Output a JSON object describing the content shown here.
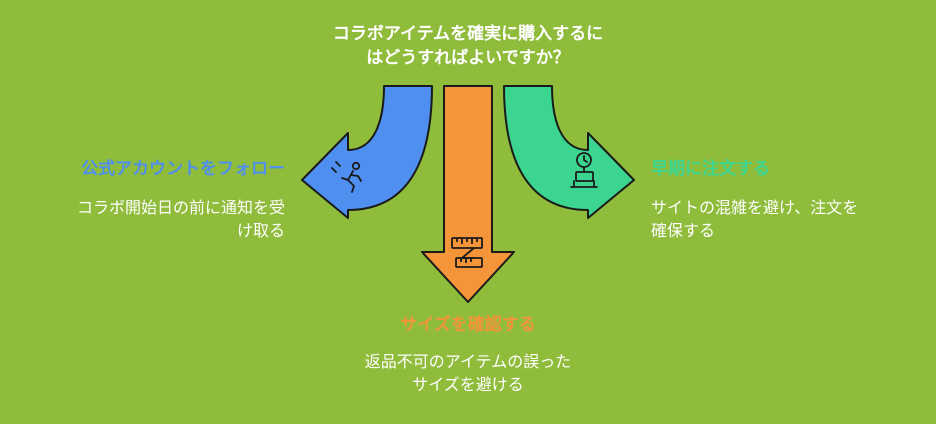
{
  "question": "コラボアイテムを確実に購入するに\nはどうすればよいですか？",
  "options": [
    {
      "id": "left",
      "title": "公式アカウントをフォロー",
      "description": "コラボ開始日の前に通知を受\nけ取る",
      "color": "#4f8ff0",
      "icon": "running-person-icon"
    },
    {
      "id": "middle",
      "title": "サイズを確認する",
      "description": "返品不可のアイテムの誤った\nサイズを避ける",
      "color": "#f5953a",
      "icon": "tape-measure-icon"
    },
    {
      "id": "right",
      "title": "早期に注文する",
      "description": "サイトの混雑を避け、注文を\n確保する",
      "color": "#3bd58f",
      "icon": "stopwatch-icon"
    }
  ],
  "colors": {
    "background": "#8fbc3a",
    "outline": "#1a1a1a"
  }
}
